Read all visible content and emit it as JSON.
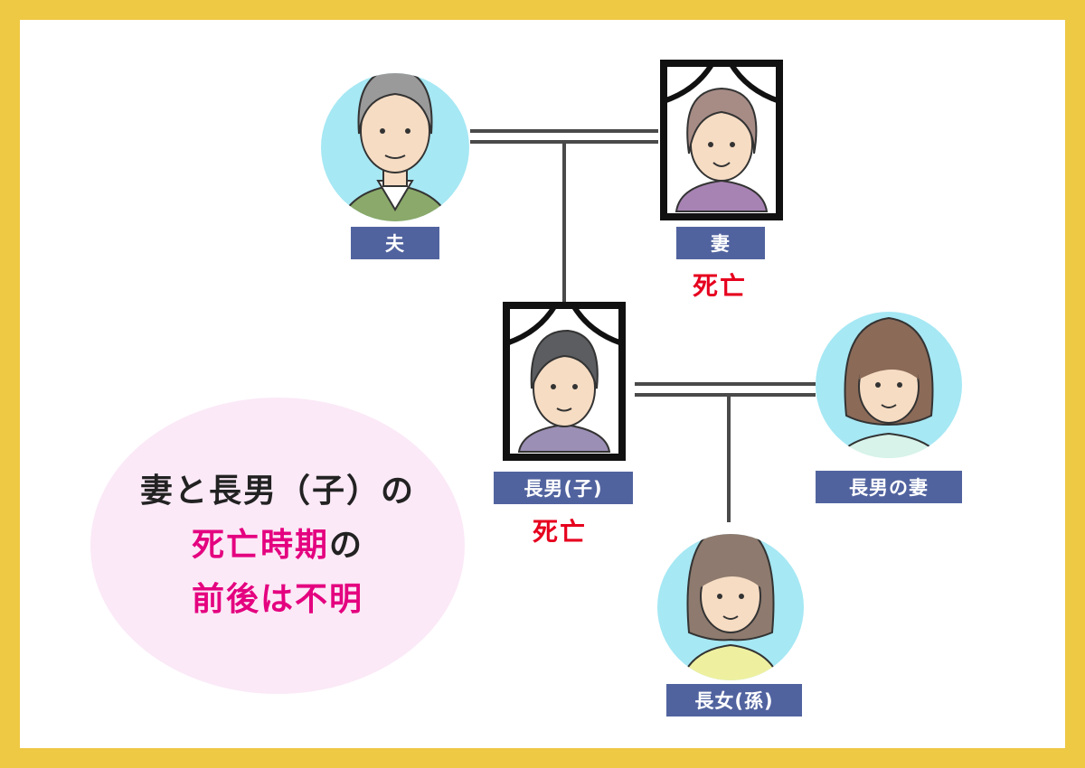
{
  "colors": {
    "background": "#eec944",
    "label_bg": "#51639f",
    "death_red": "#e6001e",
    "highlight_pink": "#e4007f",
    "bubble_bg": "#fbe9f7",
    "portrait_circle": "#a6e8f4"
  },
  "people": {
    "husband": {
      "label": "夫"
    },
    "wife": {
      "label": "妻",
      "status": "死亡"
    },
    "eldest_son": {
      "label": "長男(子)",
      "status": "死亡"
    },
    "son_wife": {
      "label": "長男の妻"
    },
    "granddaughter": {
      "label": "長女(孫)"
    }
  },
  "note": {
    "line1": "妻と長男（子）の",
    "line2_highlight": "死亡時期",
    "line2_rest": "の",
    "line3_highlight": "前後は不明"
  }
}
